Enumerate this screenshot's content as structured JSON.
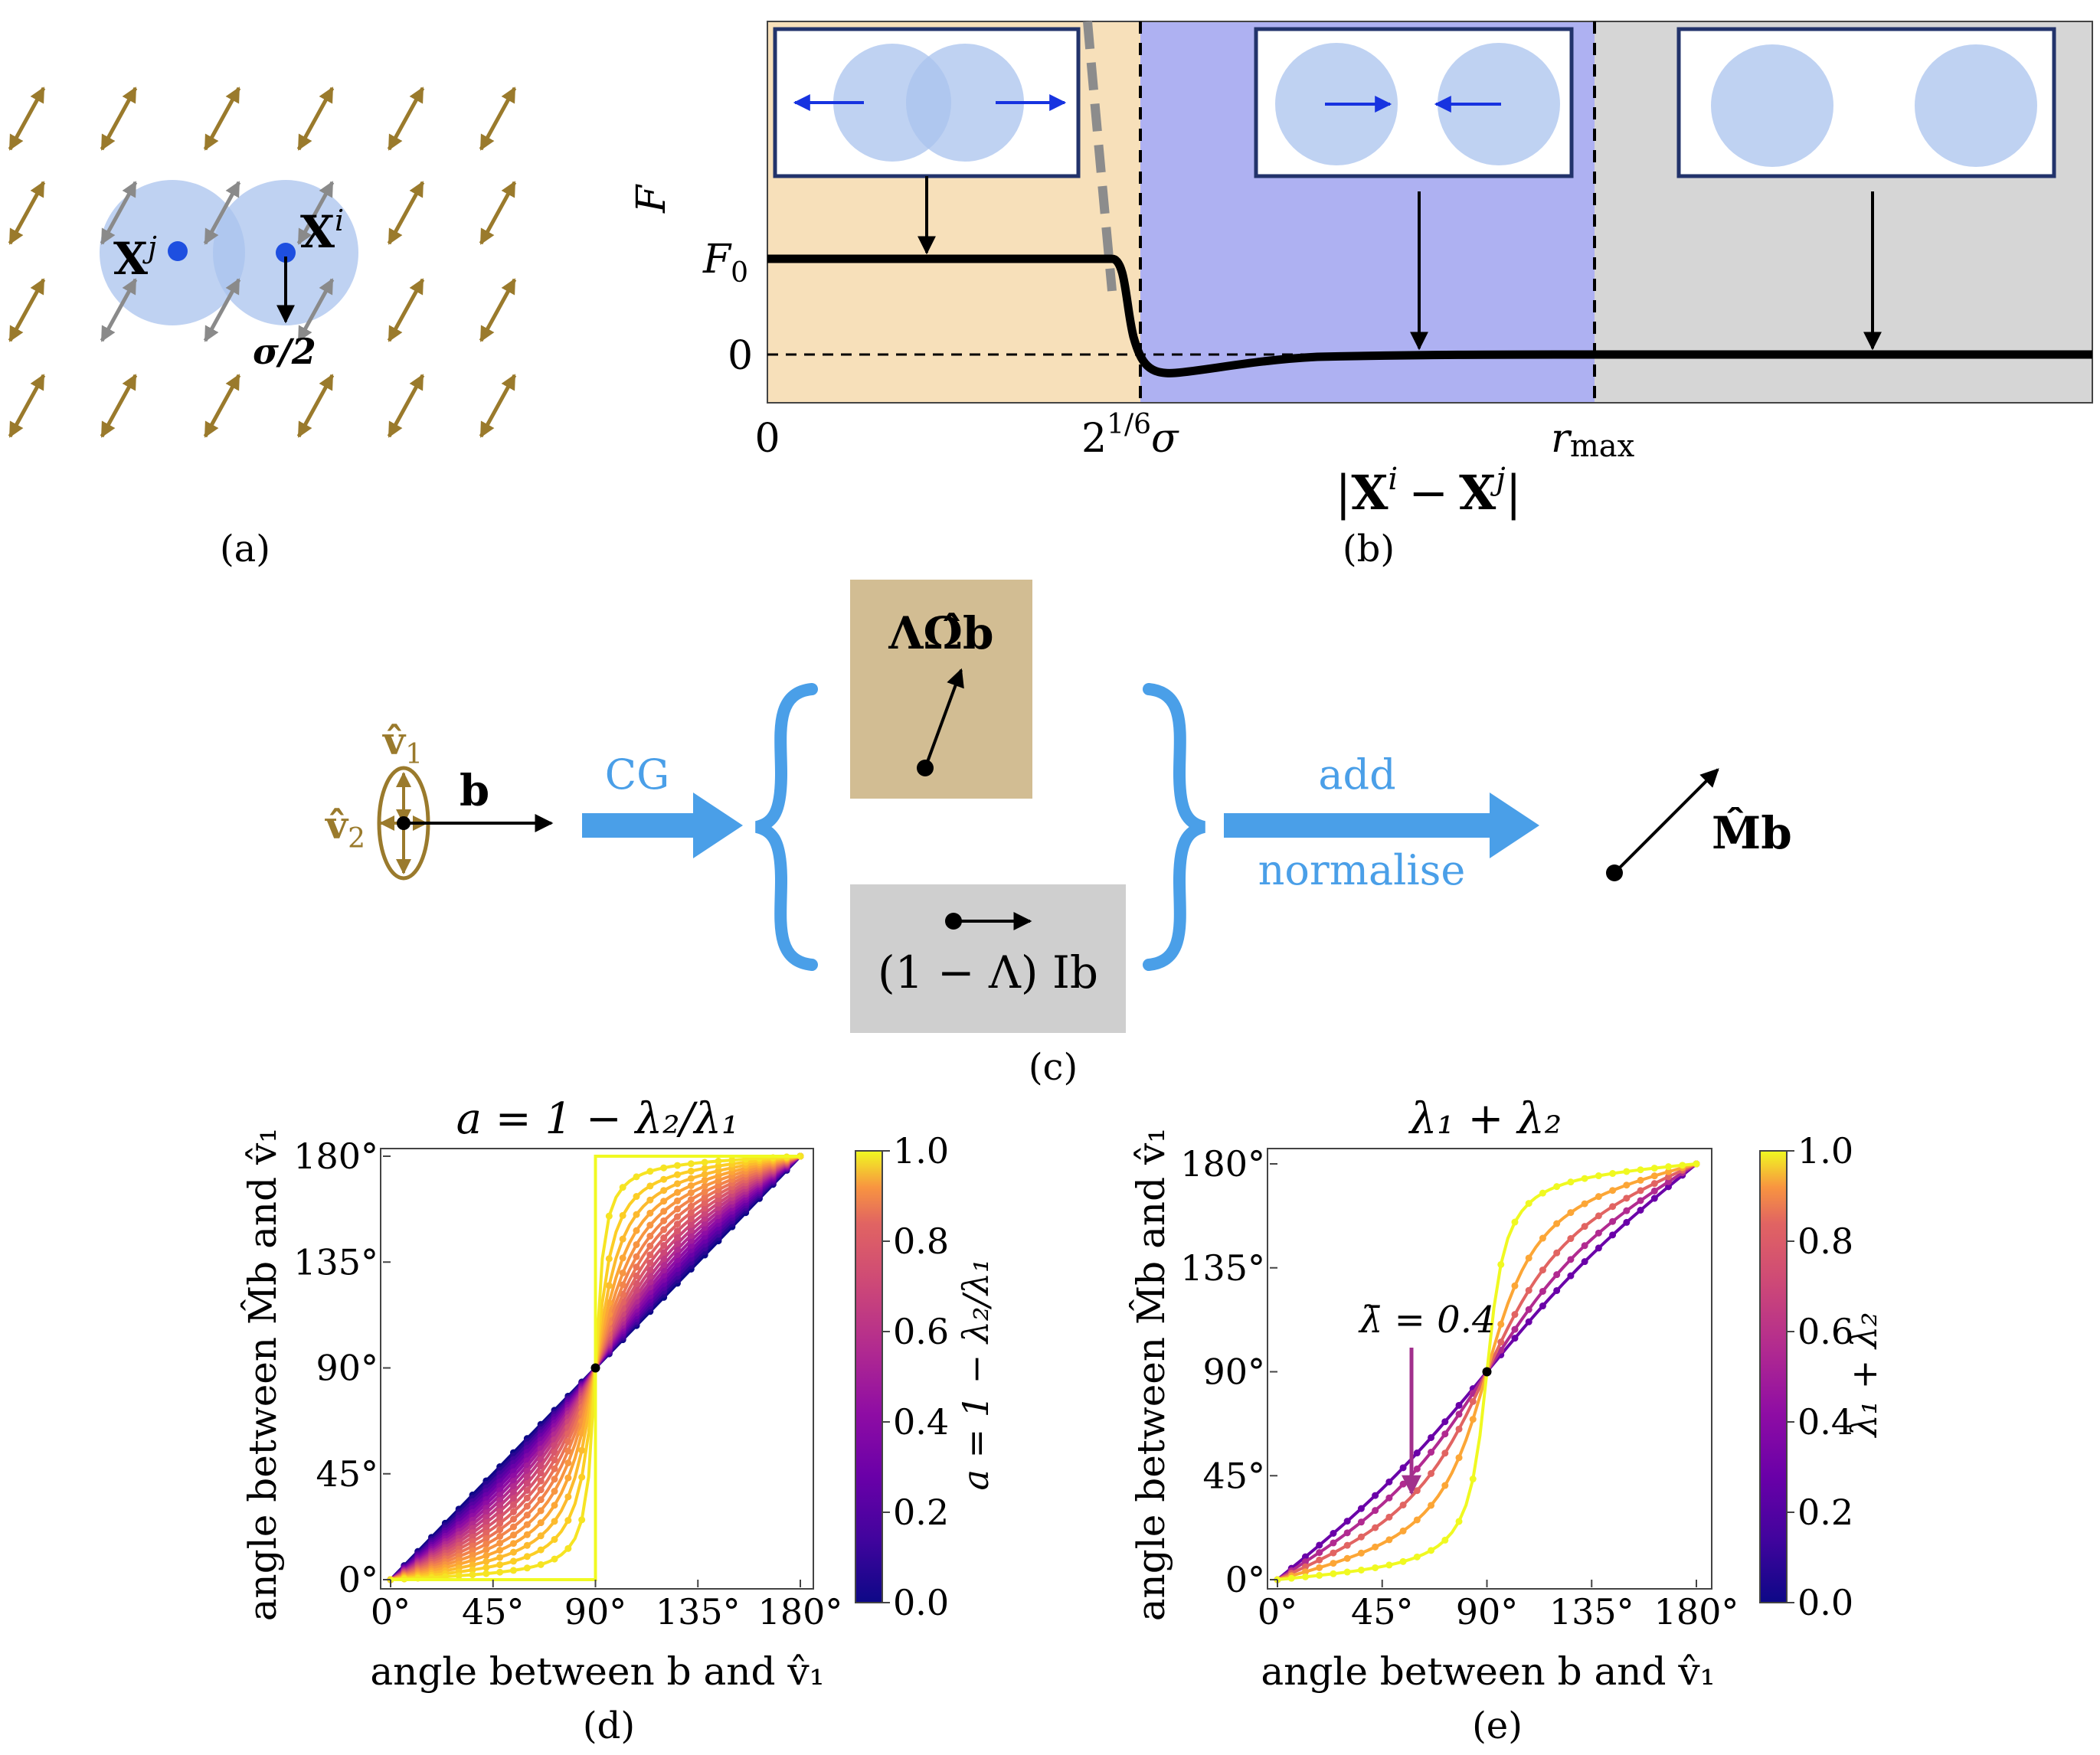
{
  "colors": {
    "director_arrow": "#9a7a2c",
    "circle": "#a9c3ee",
    "dot": "#1e4fe0",
    "region_repulsive": "#f7e0ba",
    "region_attractive": "#aeb1f2",
    "region_none": "#d6d6d6",
    "accent_blue": "#4a9fe8",
    "box_tan": "#d2bd93",
    "box_grey": "#cfcfcf",
    "lambda_label": "#a1308c"
  },
  "panel_a": {
    "label": "(a)",
    "xj": "X",
    "xj_sup": "j",
    "xi": "X",
    "xi_sup": "i",
    "sigma": "σ/2"
  },
  "panel_b": {
    "label": "(b)",
    "ylabel": "F",
    "ytick_f0": "F",
    "ytick_f0_sub": "0",
    "ytick_zero": "0",
    "xtick_zero": "0",
    "xtick_wca_base": "2",
    "xtick_wca_exp": "1/6",
    "xtick_wca_sigma": "σ",
    "xtick_rmax": "r",
    "xtick_rmax_sub": "max",
    "xlabel_bar_left": "|",
    "xlabel_x1": "X",
    "xlabel_sup_i": "i",
    "xlabel_minus": "−",
    "xlabel_x2": "X",
    "xlabel_sup_j": "j",
    "xlabel_bar_right": "|"
  },
  "panel_c": {
    "label": "(c)",
    "v1": "v̂",
    "v1_sub": "1",
    "v2": "v̂",
    "v2_sub": "2",
    "b": "b",
    "cg": "CG",
    "omega_term": "ΛΩ̂b",
    "identity_term": "(1 − Λ) Ib",
    "add": "add",
    "normalise": "normalise",
    "result": "M̂b"
  },
  "panel_d": {
    "label": "(d)",
    "title": "a = 1 − λ₂/λ₁",
    "xlabel": "angle between b and v̂₁",
    "ylabel": "angle between M̂b and v̂₁",
    "colorbar_label": "a = 1 − λ₂/λ₁"
  },
  "panel_e": {
    "label": "(e)",
    "title": "λ₁ + λ₂",
    "xlabel": "angle between b and v̂₁",
    "ylabel": "angle between M̂b and v̂₁",
    "colorbar_label": "λ₁ + λ₂",
    "annotation": "λ̄ = 0.4"
  },
  "chart_data": [
    {
      "type": "line",
      "title": "a = 1 − λ₂/λ₁",
      "xlabel": "angle between b and v̂₁",
      "ylabel": "angle between M̂b and v̂₁",
      "xlim": [
        0,
        180
      ],
      "ylim": [
        0,
        180
      ],
      "xticks": [
        "0°",
        "45°",
        "90°",
        "135°",
        "180°"
      ],
      "yticks": [
        "0°",
        "45°",
        "90°",
        "135°",
        "180°"
      ],
      "colorbar": {
        "label": "a = 1 − λ₂/λ₁",
        "range": [
          0,
          1
        ],
        "ticks": [
          "0.0",
          "0.2",
          "0.4",
          "0.6",
          "0.8",
          "1.0"
        ]
      },
      "series_param": [
        0,
        0.05,
        0.1,
        0.15,
        0.2,
        0.25,
        0.3,
        0.35,
        0.4,
        0.45,
        0.5,
        0.55,
        0.6,
        0.65,
        0.7,
        0.75,
        0.8,
        0.85,
        0.9,
        0.95,
        1.0
      ]
    },
    {
      "type": "line",
      "title": "λ₁ + λ₂",
      "xlabel": "angle between b and v̂₁",
      "ylabel": "angle between M̂b and v̂₁",
      "xlim": [
        0,
        180
      ],
      "ylim": [
        0,
        180
      ],
      "xticks": [
        "0°",
        "45°",
        "90°",
        "135°",
        "180°"
      ],
      "yticks": [
        "0°",
        "45°",
        "90°",
        "135°",
        "180°"
      ],
      "colorbar": {
        "label": "λ₁ + λ₂",
        "range": [
          0,
          1
        ],
        "ticks": [
          "0.0",
          "0.2",
          "0.4",
          "0.6",
          "0.8",
          "1.0"
        ]
      },
      "series_param": [
        0.2,
        0.4,
        0.6,
        0.8,
        1.0
      ],
      "annotation": "λ̄ = 0.4"
    }
  ]
}
